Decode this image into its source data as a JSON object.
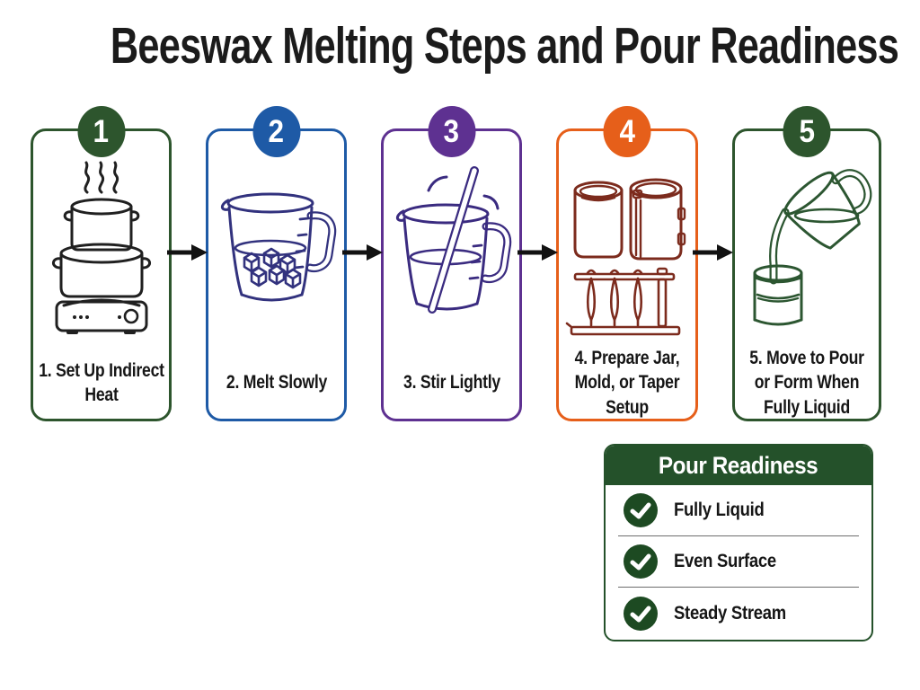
{
  "title": "Beeswax Melting Steps and Pour Readiness",
  "title_color": "#1b1b1b",
  "background": "#ffffff",
  "arrow_color": "#121212",
  "steps": [
    {
      "number": "1",
      "label": "1. Set Up Indirect Heat",
      "accent": "#2d552d",
      "icon_stroke": "#202020",
      "icon": "double-boiler-on-hot-plate"
    },
    {
      "number": "2",
      "label": "2. Melt Slowly",
      "accent": "#1e5aa6",
      "icon_stroke": "#32327e",
      "icon": "pitcher-with-wax-cubes"
    },
    {
      "number": "3",
      "label": "3. Stir Lightly",
      "accent": "#5e3191",
      "icon_stroke": "#3a2b80",
      "icon": "pitcher-with-stirring-rod"
    },
    {
      "number": "4",
      "label": "4. Prepare Jar, Mold, or Taper Setup",
      "accent": "#e65f1a",
      "icon_stroke": "#7c2b1d",
      "icon": "jars-mold-and-taper-rack"
    },
    {
      "number": "5",
      "label": "5. Move to Pour or Form When Fully Liquid",
      "accent": "#2d552d",
      "icon_stroke": "#2c5631",
      "icon": "pouring-pitcher-into-jar"
    }
  ],
  "panel": {
    "title": "Pour Readiness",
    "header_bg": "#24512a",
    "border_color": "#24512a",
    "check_bg": "#1d4a22",
    "items": [
      {
        "label": "Fully Liquid"
      },
      {
        "label": "Even Surface"
      },
      {
        "label": "Steady Stream"
      }
    ]
  }
}
